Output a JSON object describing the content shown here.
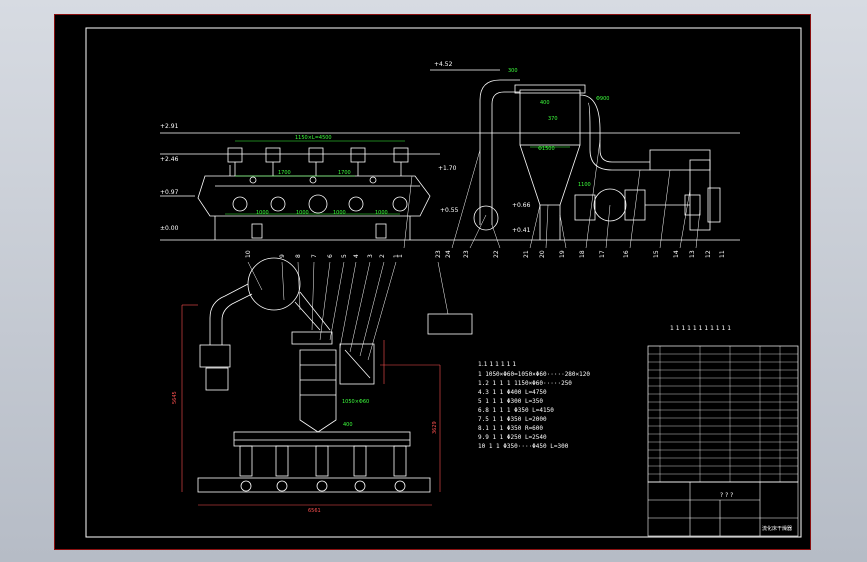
{
  "elevations": {
    "e452": "+4.52",
    "e291": "+2.91",
    "e246": "+2.46",
    "e170": "+1.70",
    "e097": "+0.97",
    "e055": "+0.55",
    "e000": "±0.00",
    "e066": "+0.66",
    "e041": "+0.41"
  },
  "dims": {
    "top_span": "1150×L=4500",
    "d1700a": "1700",
    "d1700b": "1700",
    "d1000a": "1000",
    "d1000b": "1000",
    "d1000c": "1000",
    "d1000d": "1000",
    "d300": "300",
    "d400": "400",
    "d900": "Φ900",
    "d370": "370",
    "d1500": "Φ1500",
    "d1100": "1100",
    "plan_width": "6561",
    "plan_height": "5645",
    "plan_right": "3629",
    "plan_d1050": "1050×Φ60",
    "plan_d400": "400"
  },
  "top_labels": [
    "1",
    "2",
    "3",
    "4",
    "5",
    "6",
    "7",
    "8",
    "9",
    "10",
    "11"
  ],
  "elev_numbers": [
    "1",
    "24",
    "23",
    "22",
    "21",
    "20",
    "19",
    "18",
    "17",
    "16",
    "15",
    "14",
    "13",
    "12",
    "11"
  ],
  "table_title": "1 1 1 1 1 1 1 1 1 1 1",
  "notes": {
    "title": "1.1 1 1 1 1 1",
    "lines": [
      "1 1050×Φ60=1050×Φ60·····280×120",
      "1.2  1 1 1  1150×Φ60·····250",
      "4.3  1 1  Φ400   L=4750",
      "5  1 1 1  Φ300    L=350",
      "6.8  1 1 1  Φ350    L=4150",
      "7.5  1 1  Φ350    L=2000",
      "8.1  1 1  Φ350    R=600",
      "9.9  1 1  Φ250    L=2540",
      "10  1 1  Φ350····Φ450  L=300"
    ]
  },
  "title_block": {
    "label_q": "? ? ?",
    "drawing_title": "流化床干燥器"
  },
  "colors": {
    "line": "#ffffff",
    "dim": "#3cff3c",
    "accent": "#ff5050",
    "sheet": "#000000"
  }
}
